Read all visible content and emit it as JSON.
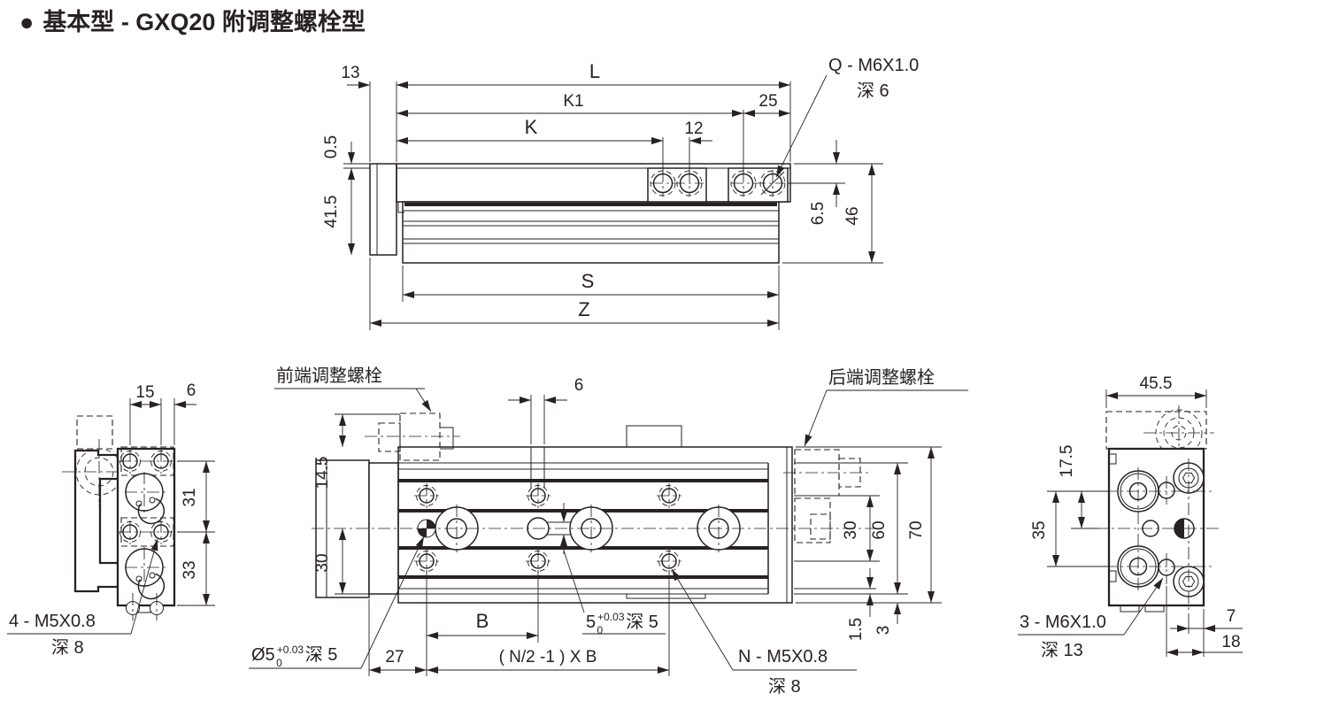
{
  "title": {
    "bullet": "●",
    "text": "基本型 - GXQ20 附调整螺栓型"
  },
  "colors": {
    "ink": "#272125",
    "background": "#ffffff"
  },
  "top_view": {
    "dims": {
      "d13": "13",
      "dL": "L",
      "dK1": "K1",
      "d25": "25",
      "dK": "K",
      "d12": "12",
      "d05": "0.5",
      "d415": "41.5",
      "d65": "6.5",
      "d46": "46",
      "dS": "S",
      "dZ": "Z"
    },
    "callout_q": {
      "line1": "Q - M6X1.0",
      "line2": "深 6"
    }
  },
  "plan_view": {
    "front_bolt_label": "前端调整螺栓",
    "rear_bolt_label": "后端调整螺栓",
    "dims": {
      "d6": "6",
      "d145": "14.5",
      "d30_left": "30",
      "dB": "B",
      "d27": "27",
      "dNB": "( N/2 -1 ) X B",
      "d30_right": "30",
      "d60": "60",
      "d70": "70",
      "d15": "1.5",
      "d3": "3"
    },
    "callout_slot": {
      "value": "5",
      "tol_upper": "+0.03",
      "tol_lower": "0",
      "suffix": "深 5"
    },
    "callout_pin": {
      "value": "Ø5",
      "tol_upper": "+0.03",
      "tol_lower": "0",
      "suffix": "深 5"
    },
    "callout_n": {
      "line1": "N - M5X0.8",
      "line2": "深 8"
    }
  },
  "left_view": {
    "dims": {
      "d15": "15",
      "d6": "6",
      "d31": "31",
      "d33": "33"
    },
    "callout": {
      "line1": "4 - M5X0.8",
      "line2": "深 8"
    }
  },
  "right_view": {
    "dims": {
      "d455": "45.5",
      "d175": "17.5",
      "d35": "35",
      "d7": "7",
      "d18": "18"
    },
    "callout": {
      "line1": "3 - M6X1.0",
      "line2": "深 13"
    }
  }
}
